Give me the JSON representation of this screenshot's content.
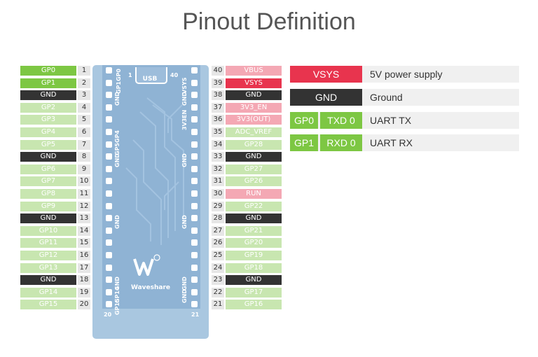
{
  "title": "Pinout Definition",
  "colors": {
    "green": "#7dc743",
    "light_green": "#c8e6b0",
    "ground": "#333333",
    "red": "#e8344e",
    "pink": "#f4a8b4"
  },
  "left_pins": [
    {
      "label": "GP0",
      "num": "1",
      "color": "green"
    },
    {
      "label": "GP1",
      "num": "2",
      "color": "green"
    },
    {
      "label": "GND",
      "num": "3",
      "color": "ground"
    },
    {
      "label": "GP2",
      "num": "4",
      "color": "light_green"
    },
    {
      "label": "GP3",
      "num": "5",
      "color": "light_green"
    },
    {
      "label": "GP4",
      "num": "6",
      "color": "light_green"
    },
    {
      "label": "GP5",
      "num": "7",
      "color": "light_green"
    },
    {
      "label": "GND",
      "num": "8",
      "color": "ground"
    },
    {
      "label": "GP6",
      "num": "9",
      "color": "light_green"
    },
    {
      "label": "GP7",
      "num": "10",
      "color": "light_green"
    },
    {
      "label": "GP8",
      "num": "11",
      "color": "light_green"
    },
    {
      "label": "GP9",
      "num": "12",
      "color": "light_green"
    },
    {
      "label": "GND",
      "num": "13",
      "color": "ground"
    },
    {
      "label": "GP10",
      "num": "14",
      "color": "light_green"
    },
    {
      "label": "GP11",
      "num": "15",
      "color": "light_green"
    },
    {
      "label": "GP12",
      "num": "16",
      "color": "light_green"
    },
    {
      "label": "GP13",
      "num": "17",
      "color": "light_green"
    },
    {
      "label": "GND",
      "num": "18",
      "color": "ground"
    },
    {
      "label": "GP14",
      "num": "19",
      "color": "light_green"
    },
    {
      "label": "GP15",
      "num": "20",
      "color": "light_green"
    }
  ],
  "right_pins": [
    {
      "label": "VBUS",
      "num": "40",
      "color": "pink"
    },
    {
      "label": "VSYS",
      "num": "39",
      "color": "red"
    },
    {
      "label": "GND",
      "num": "38",
      "color": "ground"
    },
    {
      "label": "3V3_EN",
      "num": "37",
      "color": "pink"
    },
    {
      "label": "3V3(OUT)",
      "num": "36",
      "color": "pink"
    },
    {
      "label": "ADC_VREF",
      "num": "35",
      "color": "light_green"
    },
    {
      "label": "GP28",
      "num": "34",
      "color": "light_green"
    },
    {
      "label": "GND",
      "num": "33",
      "color": "ground"
    },
    {
      "label": "GP27",
      "num": "32",
      "color": "light_green"
    },
    {
      "label": "GP26",
      "num": "31",
      "color": "light_green"
    },
    {
      "label": "RUN",
      "num": "30",
      "color": "pink"
    },
    {
      "label": "GP22",
      "num": "29",
      "color": "light_green"
    },
    {
      "label": "GND",
      "num": "28",
      "color": "ground"
    },
    {
      "label": "GP21",
      "num": "27",
      "color": "light_green"
    },
    {
      "label": "GP20",
      "num": "26",
      "color": "light_green"
    },
    {
      "label": "GP19",
      "num": "25",
      "color": "light_green"
    },
    {
      "label": "GP18",
      "num": "24",
      "color": "light_green"
    },
    {
      "label": "GND",
      "num": "23",
      "color": "ground"
    },
    {
      "label": "GP17",
      "num": "22",
      "color": "light_green"
    },
    {
      "label": "GP16",
      "num": "21",
      "color": "light_green"
    }
  ],
  "board": {
    "usb_label": "USB",
    "brand": "Waveshare",
    "corner_numbers": {
      "top_left": "1",
      "top_right": "40",
      "bottom_left": "20",
      "bottom_right": "21"
    },
    "left_silk": [
      "GP0",
      "GP1",
      "GND",
      "GP4",
      "GP5",
      "GND",
      "GND",
      "GND",
      "GP14",
      "GP15"
    ],
    "right_silk": [
      "VSYS",
      "GND",
      "EN",
      "3V3",
      "GND",
      "GND",
      "GND",
      "GND"
    ]
  },
  "legend": [
    {
      "tags": [
        {
          "text": "VSYS",
          "color": "red"
        }
      ],
      "desc": "5V power supply"
    },
    {
      "tags": [
        {
          "text": "GND",
          "color": "ground"
        }
      ],
      "desc": "Ground"
    },
    {
      "tags": [
        {
          "text": "GP0",
          "color": "green"
        },
        {
          "text": "TXD 0",
          "color": "green"
        }
      ],
      "desc": "UART TX"
    },
    {
      "tags": [
        {
          "text": "GP1",
          "color": "green"
        },
        {
          "text": "RXD 0",
          "color": "green"
        }
      ],
      "desc": "UART RX"
    }
  ]
}
